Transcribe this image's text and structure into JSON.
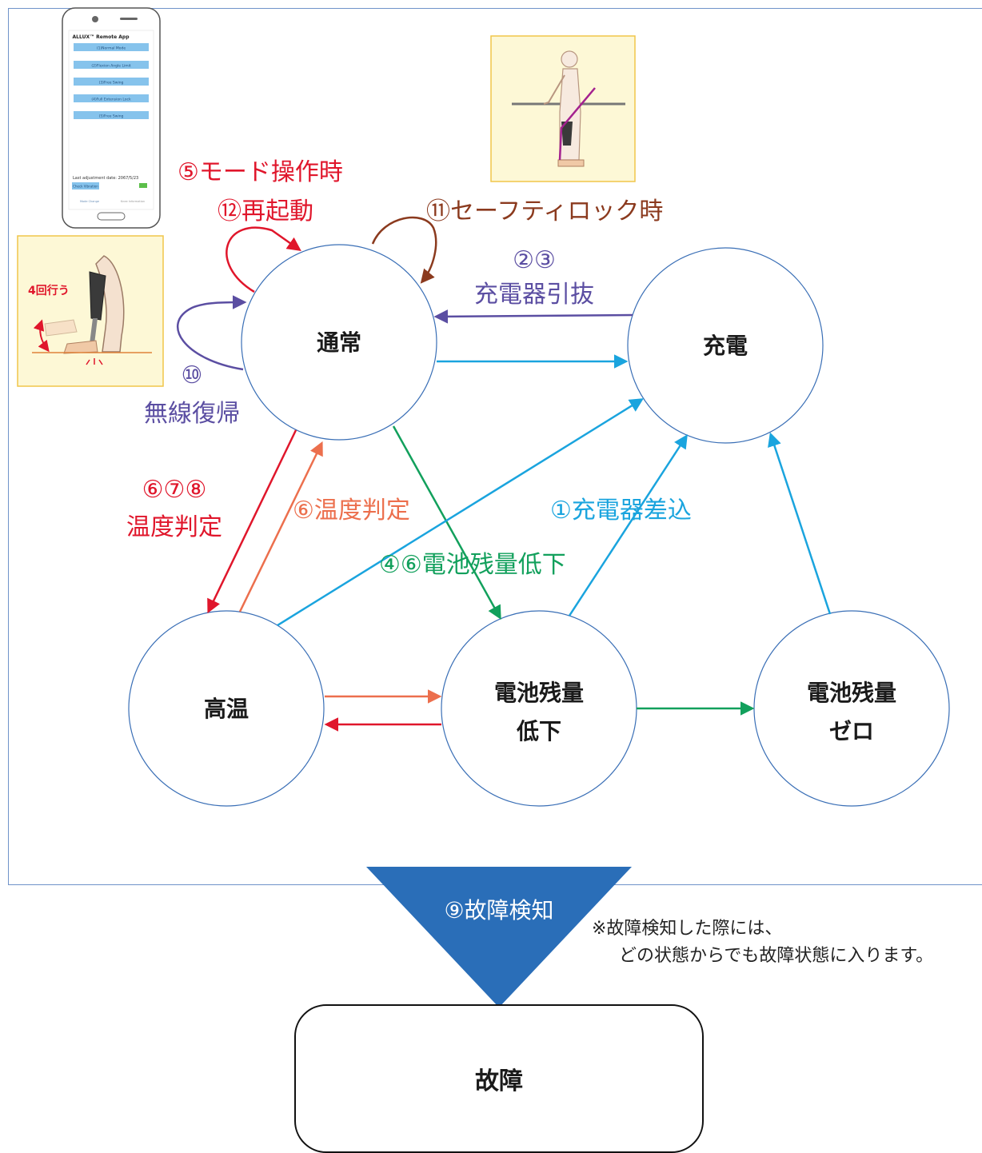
{
  "states": {
    "normal": "通常",
    "charging": "充電",
    "high_temp": "高温",
    "low_battery_line1": "電池残量",
    "low_battery_line2": "低下",
    "zero_battery_line1": "電池残量",
    "zero_battery_line2": "ゼロ",
    "fault": "故障"
  },
  "transitions": {
    "mode_operation": "⑤モード操作時",
    "restart": "⑫再起動",
    "safety_lock": "⑪セーフティロック時",
    "unplug_num": "②③",
    "unplug": "充電器引抜",
    "wireless_num": "⑩",
    "wireless": "無線復帰",
    "temp_judge_red_num": "⑥⑦⑧",
    "temp_judge_red": "温度判定",
    "temp_judge_orange": "⑥温度判定",
    "plug_in": "①充電器差込",
    "battery_low": "④⑥電池残量低下",
    "fault_detect": "⑨故障検知"
  },
  "illustrations": {
    "knee_motion_label": "4回行う"
  },
  "app_screenshot": {
    "title": "ALLUX™ Remote App",
    "buttons": [
      "(1)Normal Mode",
      "(2)Flexion Angle Limit",
      "(3)Free Swing",
      "(4)Full Extension Lock",
      "(5)Free Swing"
    ],
    "footer_text": "Last adjustment date: 2067/5/23",
    "check_button": "Check Vibration",
    "tabs": [
      "Mode Change",
      "Knee Information"
    ]
  },
  "note": {
    "line1": "※故障検知した際には、",
    "line2": "どの状態からでも故障状態に入ります。"
  },
  "colors": {
    "red": "#e0162b",
    "orange": "#ec6f4d",
    "brown": "#8b3a1e",
    "purple": "#5b4ea2",
    "cyan": "#1aa4de",
    "green": "#12a05c",
    "node_border": "#3a6fb6",
    "fault_triangle": "#2a6eb8"
  }
}
